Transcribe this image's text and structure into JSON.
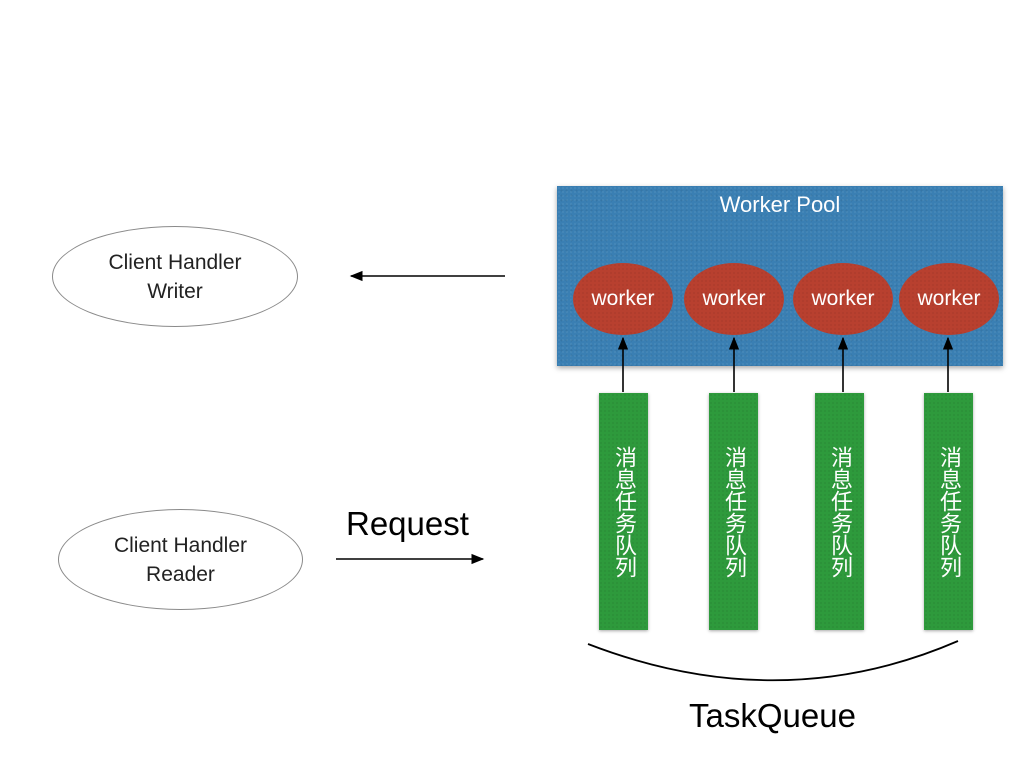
{
  "writer": {
    "label": "Client Handler\nWriter"
  },
  "reader": {
    "label": "Client Handler\nReader"
  },
  "pool": {
    "title": "Worker Pool",
    "workers": [
      "worker",
      "worker",
      "worker",
      "worker"
    ]
  },
  "queues": [
    "消息任务队列",
    "消息任务队列",
    "消息任务队列",
    "消息任务队列"
  ],
  "request_label": "Request",
  "taskqueue_label": "TaskQueue",
  "colors": {
    "pool": "#3a7fb3",
    "worker": "#b8402f",
    "queue": "#2e9a3c"
  }
}
